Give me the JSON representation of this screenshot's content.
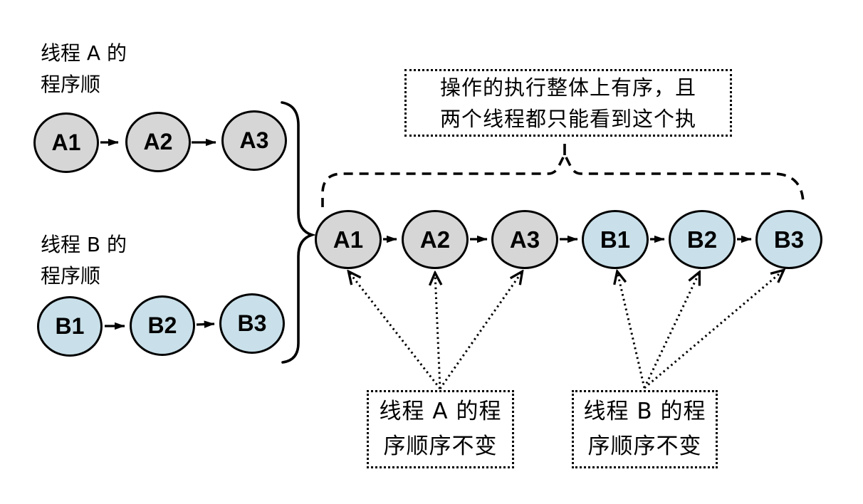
{
  "colors": {
    "thread_a_fill": "#d6d6d6",
    "thread_b_fill": "#c9e0ea",
    "line": "#000000",
    "background": "#ffffff"
  },
  "thread_a_panel": {
    "label_line1": "线程 A 的",
    "label_line2": "程序顺",
    "nodes": [
      "A1",
      "A2",
      "A3"
    ]
  },
  "thread_b_panel": {
    "label_line1": "线程 B 的",
    "label_line2": "程序顺",
    "nodes": [
      "B1",
      "B2",
      "B3"
    ]
  },
  "merged_sequence": {
    "nodes": [
      "A1",
      "A2",
      "A3",
      "B1",
      "B2",
      "B3"
    ]
  },
  "notes": {
    "top_line1": "操作的执行整体上有序，且",
    "top_line2": "两个线程都只能看到这个执",
    "a_line1": "线程 A 的程",
    "a_line2": "序顺序不变",
    "b_line1": "线程 B 的程",
    "b_line2": "序顺序不变"
  }
}
